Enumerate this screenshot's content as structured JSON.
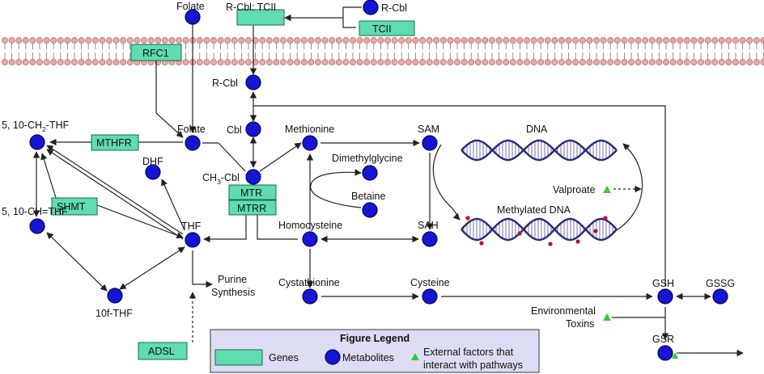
{
  "metabolites": {
    "folate_top": "Folate",
    "rcbl_top": "R-Cbl",
    "rcbl": "R-Cbl",
    "folate": "Folate",
    "cbl": "Cbl",
    "methionine": "Methionine",
    "sam": "SAM",
    "dhf": "DHF",
    "ch3cbl_pre": "CH",
    "ch3cbl_sub": "3",
    "ch3cbl_post": "-Cbl",
    "dimethylglycine": "Dimethylglycine",
    "betaine": "Betaine",
    "ch2thf_pre": "5, 10-CH",
    "ch2thf_sub": "2",
    "ch2thf_post": "-THF",
    "chthf": "5, 10-CH=THF",
    "thf": "THF",
    "homocysteine": "Homocysteine",
    "sah": "SAH",
    "tenf_thf": "10f-THF",
    "cystathionine": "Cystathionine",
    "cysteine": "Cysteine",
    "gsh": "GSH",
    "gssg": "GSSG",
    "gsr": "GSR"
  },
  "genes": {
    "rcbl_tcii": "R-Cbl: TCII",
    "tcii": "TCII",
    "rfc1": "RFC1",
    "mthfr": "MTHFR",
    "shmt": "SHMT",
    "mtr": "MTR",
    "mtrr": "MTRR",
    "adsl": "ADSL"
  },
  "labels": {
    "purine_line1": "Purine",
    "purine_line2": "Synthesis",
    "dna": "DNA",
    "methylated_dna": "Methylated DNA",
    "valproate": "Valproate",
    "env_line1": "Environmental",
    "env_line2": "Toxins"
  },
  "legend": {
    "title": "Figure Legend",
    "genes": "Genes",
    "metabolites": "Metabolites",
    "external_line1": "External factors that",
    "external_line2": "interact with pathways"
  },
  "colors": {
    "metabolite": "#1515d4",
    "gene": "#5fdcb0",
    "external_factor": "#33cc33",
    "methyl_mark": "#c0102a",
    "membrane_head": "#e8a8a8",
    "legend_bg": "#dcdcf4"
  }
}
